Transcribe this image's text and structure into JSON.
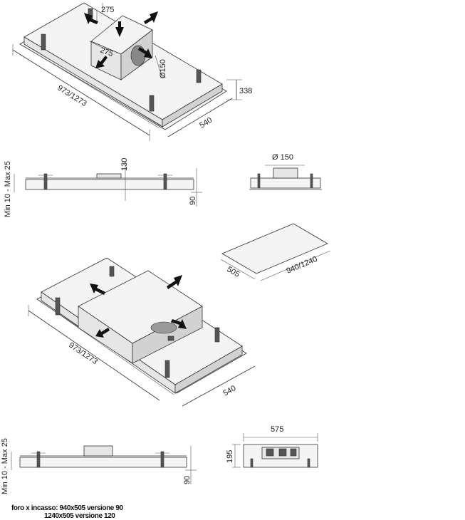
{
  "diagram": {
    "top_view": {
      "dim_box_a": "275",
      "dim_box_b": "275",
      "dim_duct": "Ø150",
      "dim_height": "338",
      "dim_length": "973/1273",
      "dim_width": "540"
    },
    "side_view_1": {
      "dim_min_max": "Min 10 - Max 25",
      "dim_130": "130",
      "dim_90": "90"
    },
    "front_view_1": {
      "dim_duct": "Ø 150"
    },
    "cutout_plate": {
      "dim_short": "505",
      "dim_long": "940/1240"
    },
    "bottom_view": {
      "dim_length": "973/1273",
      "dim_width": "540"
    },
    "side_view_2": {
      "dim_min_max": "Min 10 - Max 25",
      "dim_90": "90"
    },
    "front_view_2": {
      "dim_575": "575",
      "dim_195": "195"
    },
    "note": {
      "line1": "foro x incasso: 940x505 versione 90",
      "line2": "1240x505 versione 120"
    }
  }
}
